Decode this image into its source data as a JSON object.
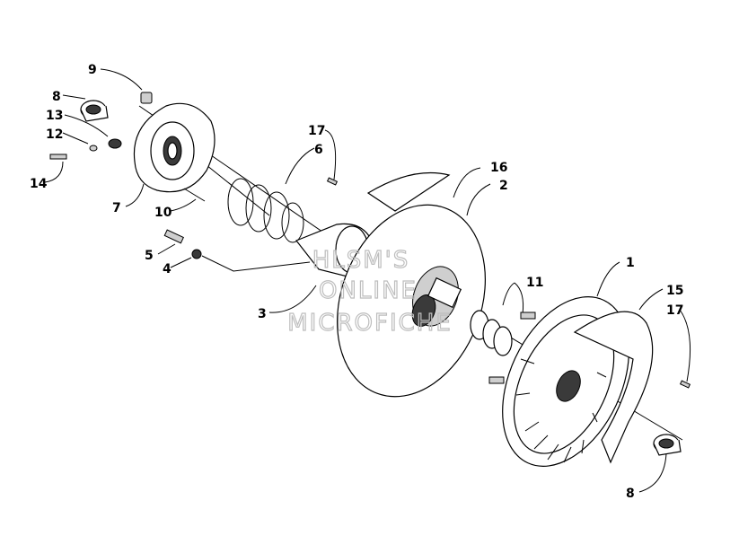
{
  "diagram": {
    "labels": {
      "l1": "1",
      "l2": "2",
      "l3": "3",
      "l4": "4",
      "l5": "5",
      "l6": "6",
      "l7": "7",
      "l8a": "8",
      "l8b": "8",
      "l9": "9",
      "l10": "10",
      "l11": "11",
      "l12": "12",
      "l13": "13",
      "l14": "14",
      "l15": "15",
      "l16": "16",
      "l17a": "17",
      "l17b": "17"
    },
    "watermark": {
      "line1": "HLSM'S",
      "line2": "ONLINE",
      "line3": "MICROFICHE"
    },
    "colors": {
      "ink": "#000000",
      "watermark": "#bdbdbd"
    }
  }
}
